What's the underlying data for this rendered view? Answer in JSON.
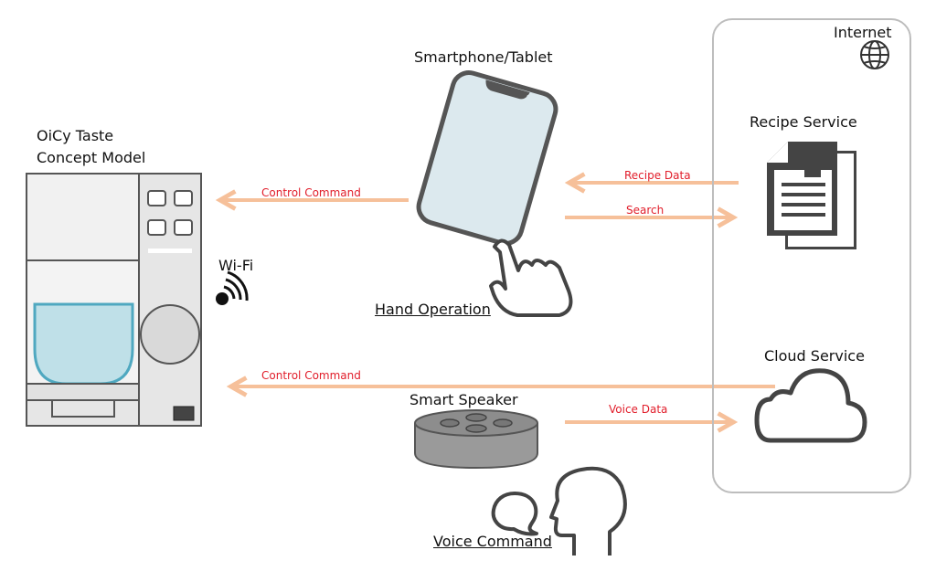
{
  "device": {
    "name_line1": "OiCy Taste",
    "name_line2": "Concept Model",
    "wifi_label": "Wi-Fi"
  },
  "smartphone": {
    "label": "Smartphone/Tablet",
    "hand_label": "Hand Operation"
  },
  "speaker": {
    "label": "Smart Speaker",
    "voice_label": "Voice Command"
  },
  "internet": {
    "label": "Internet",
    "recipe_service": "Recipe Service",
    "cloud_service": "Cloud Service"
  },
  "arrows": {
    "control_command_phone": "Control Command",
    "recipe_data": "Recipe Data",
    "search": "Search",
    "control_command_cloud": "Control Command",
    "voice_data": "Voice Data"
  },
  "colors": {
    "arrow": "#f6c09a",
    "arrow_text": "#e11d2a",
    "outline": "#555555",
    "water": "#bfe0e8"
  },
  "icons": [
    "globe-icon",
    "document-icon",
    "cloud-icon",
    "hand-icon",
    "head-icon",
    "speech-bubble-icon",
    "wifi-icon"
  ]
}
